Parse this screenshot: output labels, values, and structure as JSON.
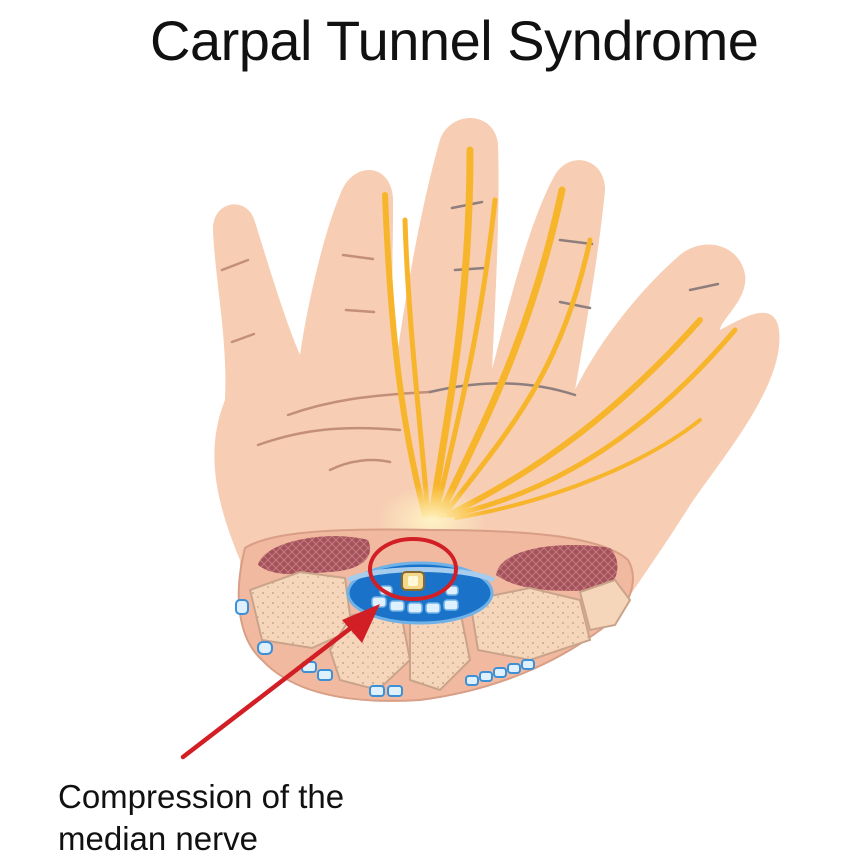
{
  "title": "Carpal Tunnel Syndrome",
  "label": {
    "line1": "Compression of the",
    "line2": "median nerve"
  },
  "colors": {
    "skin": "#f7cdb3",
    "skin_shadow": "#b9a7a6",
    "nerve": "#f7b52b",
    "muscle": "#a4515a",
    "bone": "#f6d6bb",
    "tunnel": "#1a73c9",
    "arrow": "#d21f26"
  },
  "icons": [
    "hand-illustration",
    "wrist-cross-section",
    "compression-circle",
    "pointer-arrow"
  ]
}
